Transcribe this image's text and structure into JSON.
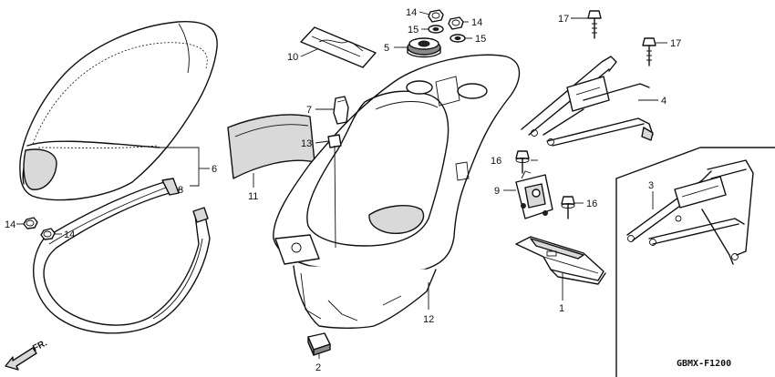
{
  "callouts": {
    "c1": "1",
    "c2": "2",
    "c3": "3",
    "c4": "4",
    "c5": "5",
    "c6": "6",
    "c7": "7",
    "c8": "8",
    "c9": "9",
    "c10": "10",
    "c11": "11",
    "c12": "12",
    "c13": "13",
    "c14a": "14",
    "c14b": "14",
    "c14c": "14",
    "c14d": "14",
    "c15a": "15",
    "c15b": "15",
    "c16a": "16",
    "c16b": "16",
    "c17a": "17",
    "c17b": "17"
  },
  "front_marker": "FR.",
  "diagram_code": "GBMX-F1200"
}
